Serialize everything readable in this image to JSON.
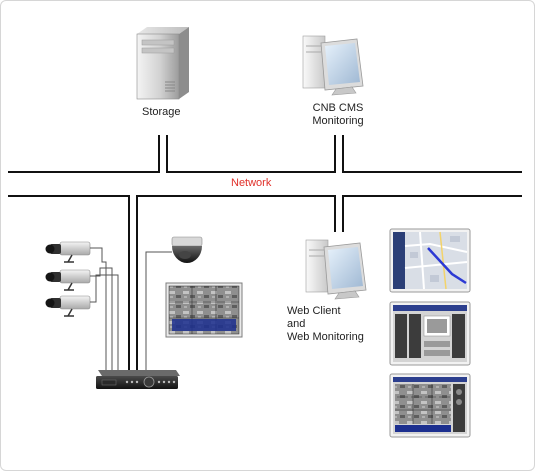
{
  "labels": {
    "storage": "Storage",
    "cms_line1": "CNB CMS",
    "cms_line2": "Monitoring",
    "network": "Network",
    "web_line1": "Web Client",
    "web_line2": "and",
    "web_line3": "Web Monitoring"
  },
  "colors": {
    "network_label": "#e0302a",
    "line": "#111111",
    "connector": "#555555",
    "screen_blue": "#1c2f8f",
    "cctv_gray": "#8a8a8a"
  },
  "icons": {
    "storage": "server-tower-icon",
    "cms": "desktop-pc-icon",
    "web_client": "desktop-pc-icon",
    "box_cameras": "box-camera-icon",
    "dome_camera": "dome-camera-icon",
    "dvr": "dvr-recorder-icon",
    "monitor_feed": "cctv-multiview-screen",
    "screens": [
      "map-monitoring-screenshot",
      "control-panel-screenshot",
      "multiview-screenshot"
    ]
  }
}
